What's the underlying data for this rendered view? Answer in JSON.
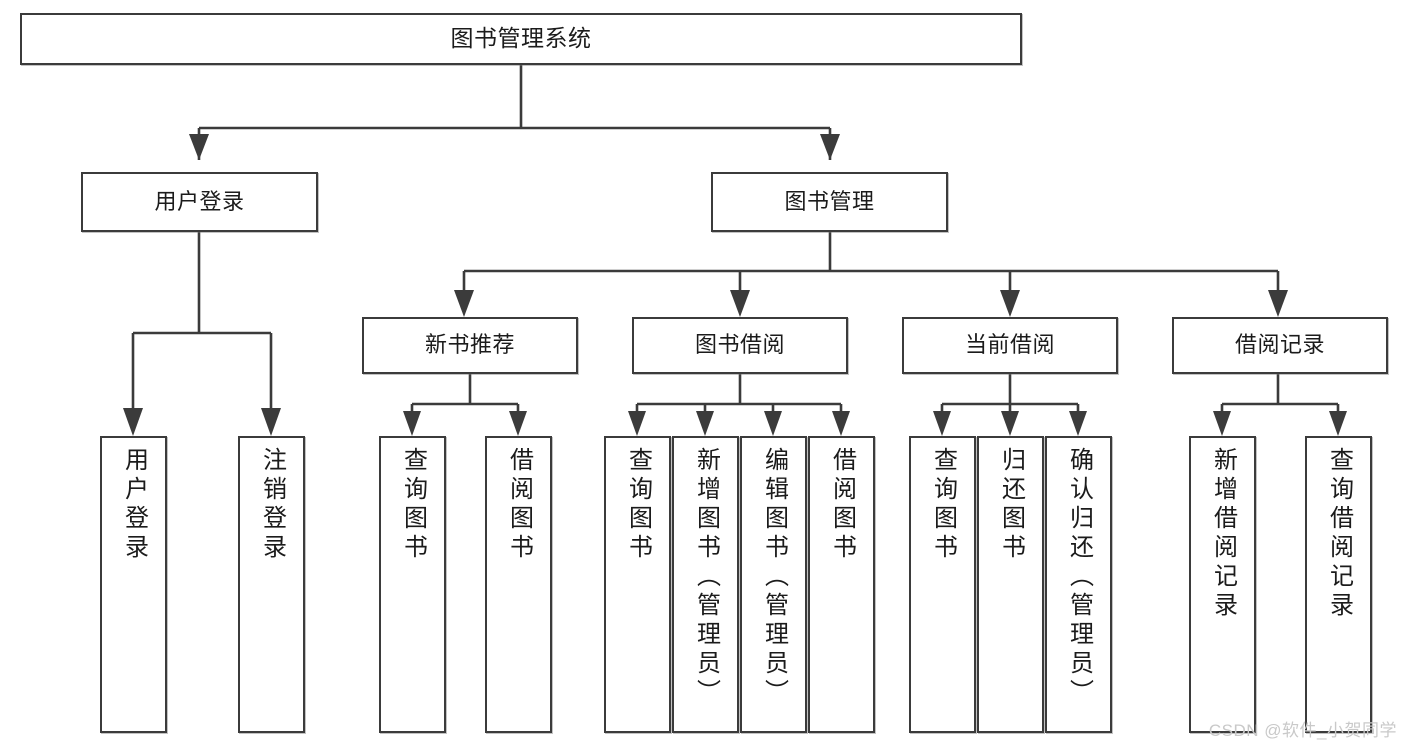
{
  "diagram": {
    "title": "图书管理系统",
    "type": "tree",
    "watermark": "CSDN @软件_小贺同学",
    "colors": {
      "stroke": "#3b3b3b",
      "fill": "#ffffff",
      "text": "#1b1b1b",
      "watermark": "#c9c9c9"
    },
    "root": {
      "label": "图书管理系统"
    },
    "level2": [
      {
        "label": "用户登录"
      },
      {
        "label": "图书管理"
      }
    ],
    "level3": [
      {
        "label": "新书推荐"
      },
      {
        "label": "图书借阅"
      },
      {
        "label": "当前借阅"
      },
      {
        "label": "借阅记录"
      }
    ],
    "leaves": {
      "user_login": [
        {
          "label": "用户登录"
        },
        {
          "label": "注销登录"
        }
      ],
      "new_book": [
        {
          "label": "查询图书"
        },
        {
          "label": "借阅图书"
        }
      ],
      "book_borrow": [
        {
          "label": "查询图书"
        },
        {
          "label": "新增图书（管理员）"
        },
        {
          "label": "编辑图书（管理员）"
        },
        {
          "label": "借阅图书"
        }
      ],
      "current_borrow": [
        {
          "label": "查询图书"
        },
        {
          "label": "归还图书"
        },
        {
          "label": "确认归还（管理员）"
        }
      ],
      "borrow_record": [
        {
          "label": "新增借阅记录"
        },
        {
          "label": "查询借阅记录"
        }
      ]
    }
  }
}
